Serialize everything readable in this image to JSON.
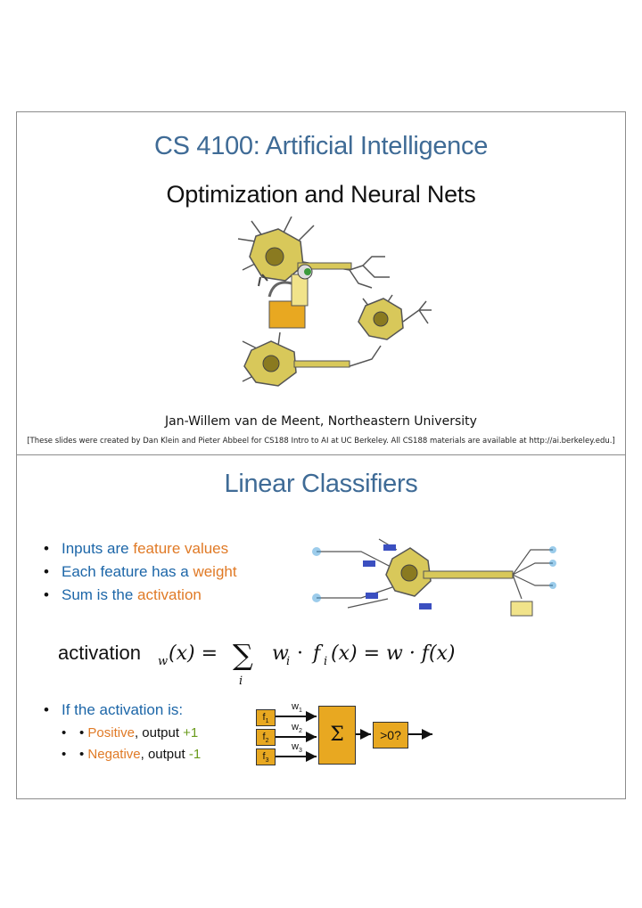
{
  "slide1": {
    "title": "CS 4100: Artificial Intelligence",
    "subtitle": "Optimization and Neural Nets",
    "author": "Jan-Willem van de Meent, Northeastern University",
    "credit": "[These slides were created by Dan Klein and Pieter Abbeel for CS188 Intro to AI at UC Berkeley.  All CS188 materials are available at http://ai.berkeley.edu.]",
    "illustration": "neurons-with-robot-illustration"
  },
  "slide2": {
    "title": "Linear Classifiers",
    "bullets": {
      "b1_text": "Inputs are",
      "b1_hl": "feature values",
      "b2_text": "Each feature has a",
      "b2_hl": "weight",
      "b3_text": "Sum is the",
      "b3_hl": "activation"
    },
    "formula": {
      "lhs": "activation",
      "lhs_sub": "w",
      "lhs_arg": "(x) =",
      "sum_symbol": "∑",
      "sum_index": "i",
      "rhs": "w",
      "rhs_i": "i",
      "dot": "·",
      "f": "f",
      "f_i": "i",
      "rhs_end": "(x) = w · f(x)"
    },
    "if_block": {
      "header": "If the activation is:",
      "pos_word": "Positive",
      "pos_mid": ", output",
      "pos_val": "+1",
      "neg_word": "Negative",
      "neg_mid": ", output",
      "neg_val": "-1"
    },
    "diagram": {
      "f1": "f",
      "f1_sub": "1",
      "f2": "f",
      "f2_sub": "2",
      "f3": "f",
      "f3_sub": "3",
      "w1": "w",
      "w1_sub": "1",
      "w2": "w",
      "w2_sub": "2",
      "w3": "w",
      "w3_sub": "3",
      "sigma": "Σ",
      "threshold": ">0?"
    }
  },
  "colors": {
    "title_blue": "#3f6b96",
    "bullet_blue": "#1c66a8",
    "highlight_orange": "#e07a26",
    "value_green": "#6a9b1c",
    "box_fill": "#e8a821",
    "neuron_fill": "#d8c85a"
  }
}
